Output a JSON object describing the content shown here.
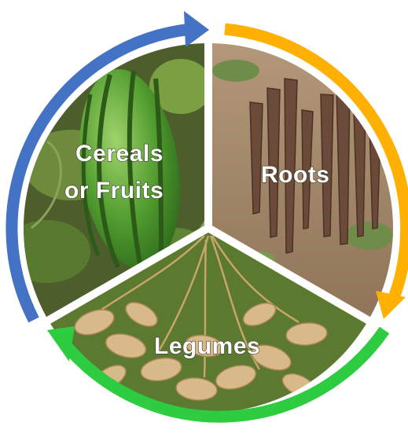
{
  "diagram": {
    "sectors": [
      {
        "id": "cereals",
        "label_lines": [
          "Cereals",
          "or Fruits"
        ],
        "photo": "watermelon-icon"
      },
      {
        "id": "roots",
        "label_lines": [
          "Roots"
        ],
        "photo": "cassava-roots-icon"
      },
      {
        "id": "legumes",
        "label_lines": [
          "Legumes"
        ],
        "photo": "peanuts-icon"
      }
    ],
    "arrows": [
      {
        "from": "cereals",
        "to": "roots",
        "color": "#4472c4"
      },
      {
        "from": "roots",
        "to": "legumes",
        "color": "#ffb000"
      },
      {
        "from": "legumes",
        "to": "cereals",
        "color": "#2ecc40"
      }
    ],
    "divider_color": "#ffffff"
  }
}
